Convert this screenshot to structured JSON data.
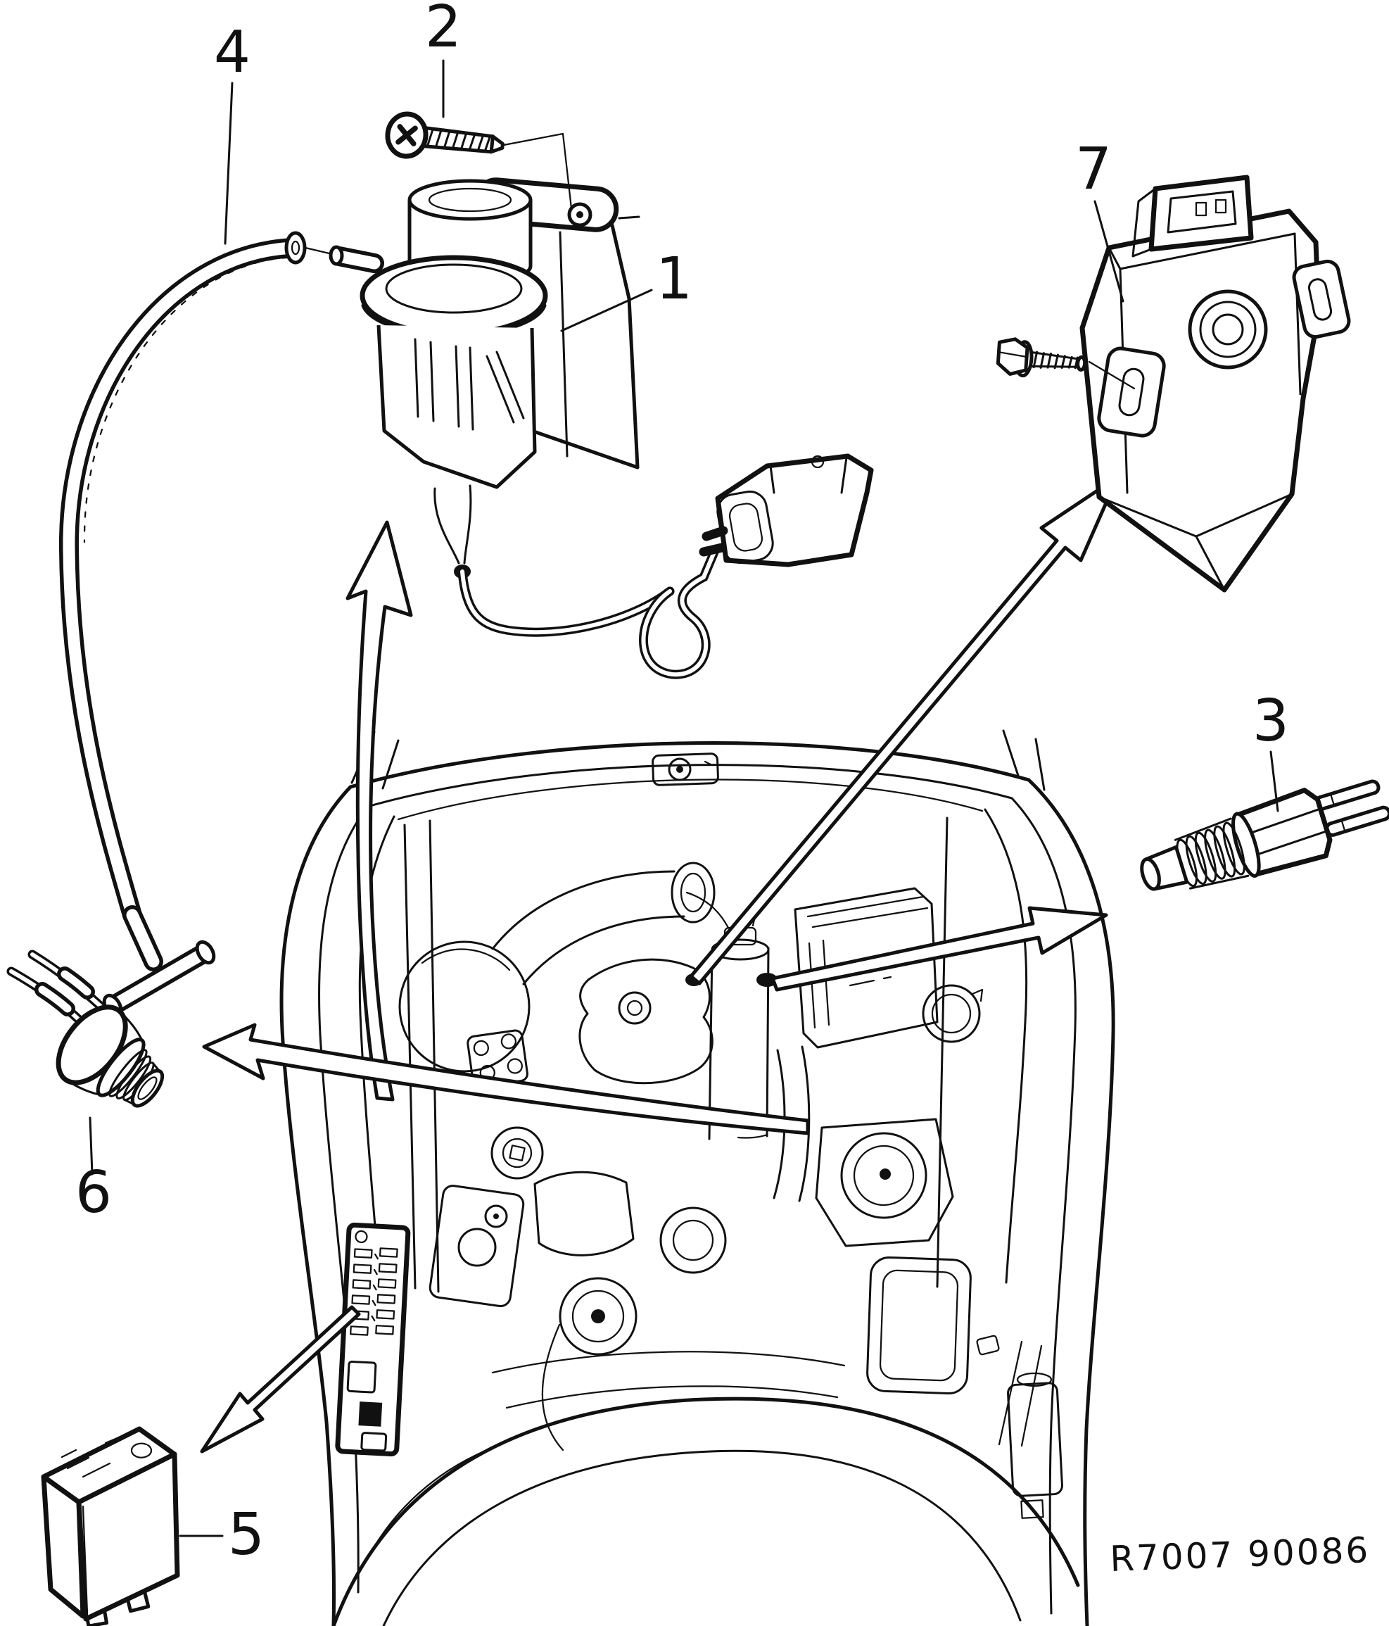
{
  "figure": {
    "type": "exploded-parts-line-diagram",
    "subject": "engine bay electrical switches, sensors and relay locations",
    "ref_code": "R7007 90086",
    "ink_color": "#111111",
    "paper_color": "#ffffff"
  },
  "callouts": [
    {
      "label": "1"
    },
    {
      "label": "2"
    },
    {
      "label": "3"
    },
    {
      "label": "4"
    },
    {
      "label": "5"
    },
    {
      "label": "6"
    },
    {
      "label": "7"
    }
  ]
}
